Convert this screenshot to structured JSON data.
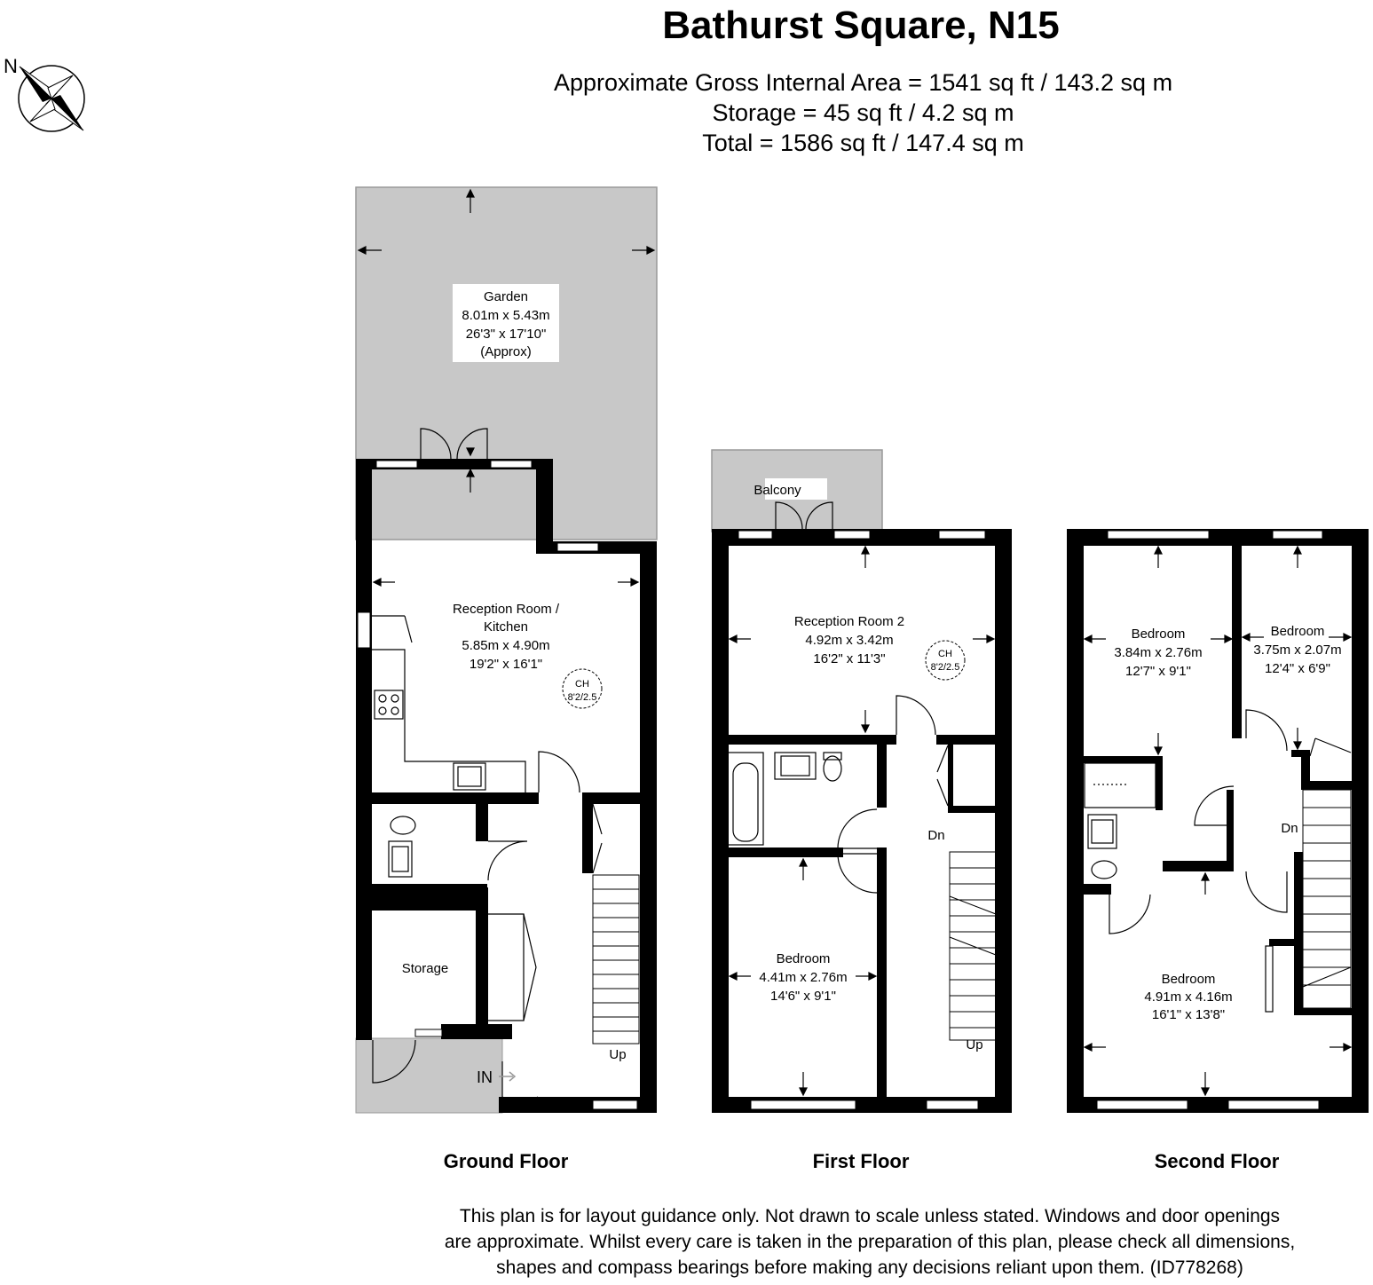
{
  "header": {
    "title": "Bathurst Square, N15",
    "area_lines": [
      "Approximate Gross Internal Area = 1541 sq ft / 143.2 sq m",
      "Storage = 45 sq ft / 4.2 sq m",
      "Total = 1586 sq ft / 147.4 sq m"
    ]
  },
  "compass": {
    "north_label": "N"
  },
  "colors": {
    "wall": "#000000",
    "outdoor": "#c8c8c8",
    "background": "#ffffff"
  },
  "floors": {
    "ground": {
      "name": "Ground Floor",
      "garden": [
        "Garden",
        "8.01m x 5.43m",
        "26'3\" x 17'10\"",
        "(Approx)"
      ],
      "reception_kitchen": [
        "Reception Room /",
        "Kitchen",
        "5.85m x 4.90m",
        "19'2\" x 16'1\""
      ],
      "ceiling_height": [
        "CH",
        "8'2/2.5"
      ],
      "storage": "Storage",
      "entrance": "IN",
      "stairs": "Up"
    },
    "first": {
      "name": "First Floor",
      "balcony": "Balcony",
      "reception_2": [
        "Reception Room 2",
        "4.92m x 3.42m",
        "16'2\" x 11'3\""
      ],
      "ceiling_height": [
        "CH",
        "8'2/2.5"
      ],
      "bedroom": [
        "Bedroom",
        "4.41m x 2.76m",
        "14'6\" x 9'1\""
      ],
      "stairs_down": "Dn",
      "stairs_up": "Up"
    },
    "second": {
      "name": "Second Floor",
      "bedroom_a": [
        "Bedroom",
        "3.84m x 2.76m",
        "12'7\" x 9'1\""
      ],
      "bedroom_b": [
        "Bedroom",
        "3.75m x 2.07m",
        "12'4\" x 6'9\""
      ],
      "bedroom_c": [
        "Bedroom",
        "4.91m x 4.16m",
        "16'1\" x 13'8\""
      ],
      "stairs_down": "Dn"
    }
  },
  "disclaimer": [
    "This plan is for layout guidance only. Not drawn to scale unless stated. Windows and door openings",
    "are approximate. Whilst every care is taken in the preparation of this plan, please check all dimensions,",
    "shapes and compass bearings before making any decisions reliant upon them. (ID778268)"
  ]
}
